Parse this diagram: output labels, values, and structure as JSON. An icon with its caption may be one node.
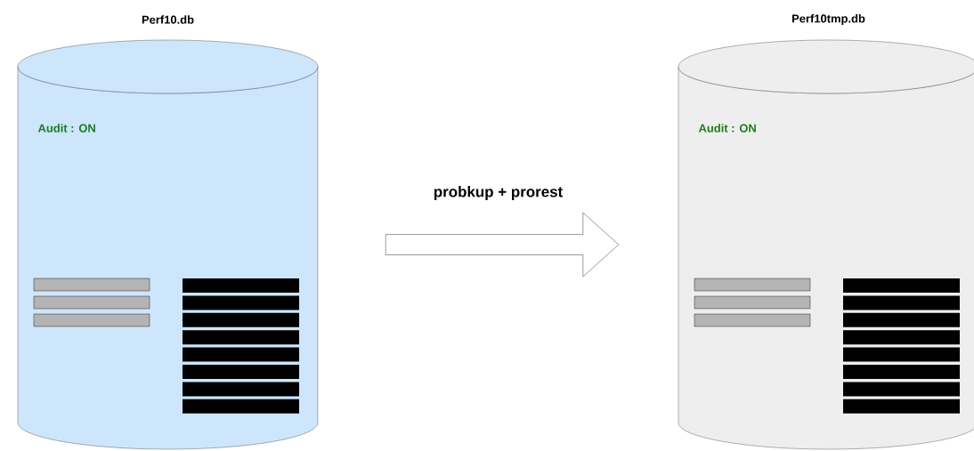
{
  "diagram": {
    "nodes": [
      {
        "text": [
          "Perf10.db",
          "Audit : ON"
        ]
      },
      {
        "text": [
          "Perf10tmp.db",
          "Audit : ON"
        ]
      }
    ],
    "edges": [
      {
        "from": 0,
        "to": 1,
        "arrow": "to",
        "label": "probkup + prorest"
      }
    ]
  }
}
